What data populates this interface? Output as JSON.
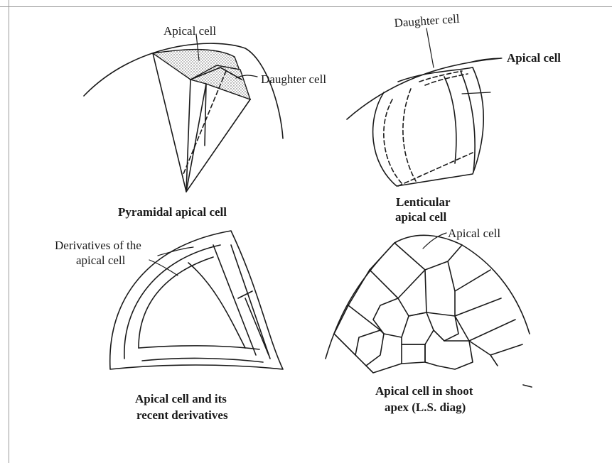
{
  "labels": {
    "apical_cell_pyramidal": "Apical cell",
    "daughter_cell_pyramidal": "Daughter cell",
    "daughter_cell_lenticular": "Daughter cell",
    "apical_cell_lenticular": "Apical cell",
    "derivatives": [
      "Derivatives of the",
      "apical cell"
    ],
    "apical_cell_shoot": "Apical cell"
  },
  "captions": {
    "pyramidal": "Pyramidal apical cell",
    "lenticular": [
      "Lenticular",
      "apical cell"
    ],
    "derivatives": [
      "Apical cell and its",
      "recent derivatives"
    ],
    "shoot_apex": [
      "Apical cell in shoot",
      "apex (L.S. diag)"
    ]
  }
}
